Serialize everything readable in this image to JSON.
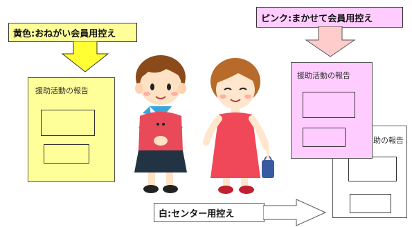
{
  "banners": {
    "yellow": "黄色:おねがい会員用控え",
    "pink": "ピンク:まかせて会員用控え",
    "white": "白:センター用控え"
  },
  "documents": {
    "yellow_title": "援助活動の報告",
    "pink_title": "援助活動の報告",
    "white_title_partial": "助の報告"
  },
  "colors": {
    "yellow_fill": "#ffff99",
    "yellow_arrow": "#ffff33",
    "pink_fill": "#ffccff",
    "pink_arrow": "#ffcccc",
    "white_fill": "#ffffff"
  },
  "icons": [
    "boy-figure",
    "girl-figure"
  ]
}
